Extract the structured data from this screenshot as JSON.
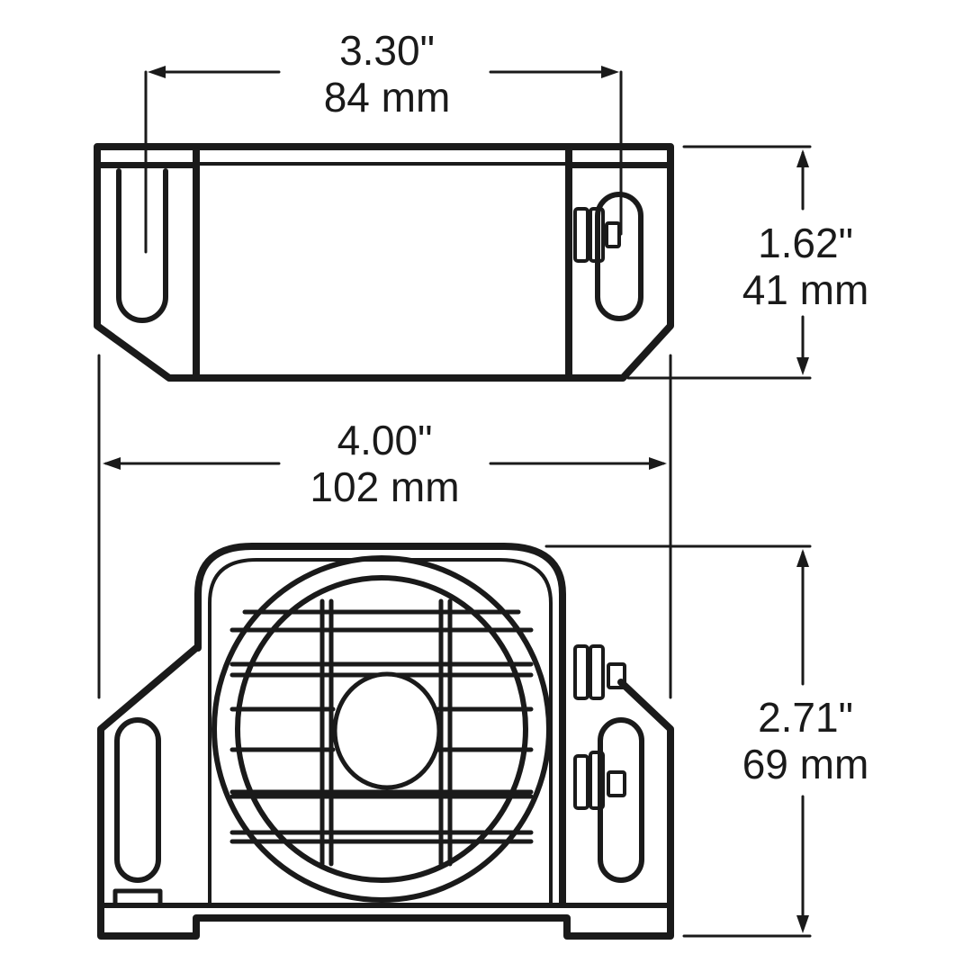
{
  "title": "Back-up alarm dimensional drawing",
  "colors": {
    "line": "#1a1a1a",
    "background": "#ffffff"
  },
  "dimensions": {
    "slot_spacing": {
      "inches": "3.30\"",
      "mm": "84 mm"
    },
    "top_height": {
      "inches": "1.62\"",
      "mm": "41 mm"
    },
    "overall_width": {
      "inches": "4.00\"",
      "mm": "102 mm"
    },
    "front_height": {
      "inches": "2.71\"",
      "mm": "69 mm"
    }
  },
  "views": [
    {
      "name": "top-view",
      "description": "Top view with mounting slots and terminal"
    },
    {
      "name": "front-view",
      "description": "Front view with speaker grille and terminals"
    }
  ]
}
